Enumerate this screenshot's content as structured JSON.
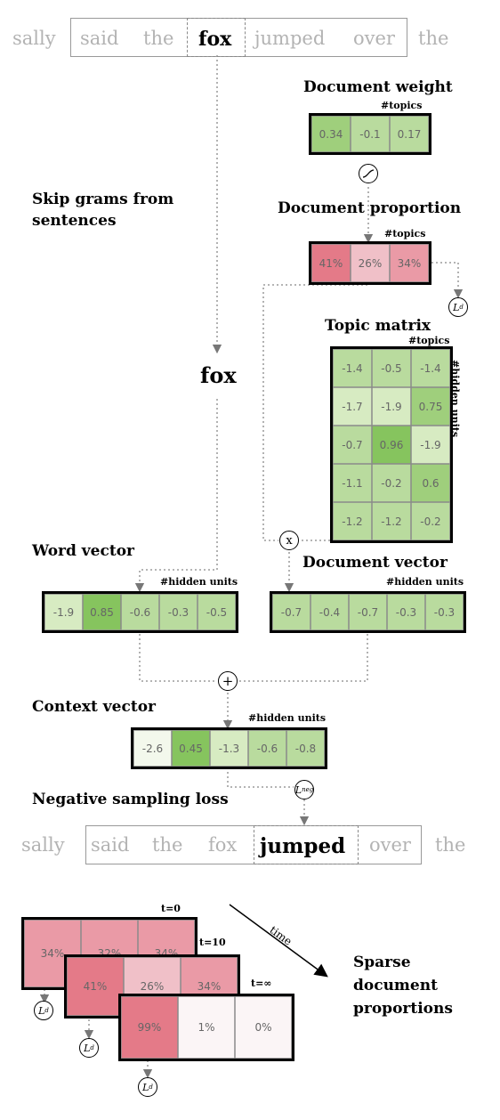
{
  "sentence_top": {
    "words": [
      "sally",
      "said",
      "the",
      "fox",
      "jumped",
      "over",
      "the"
    ],
    "focus_index": 3
  },
  "sentence_bottom": {
    "words": [
      "sally",
      "said",
      "the",
      "fox",
      "jumped",
      "over",
      "the"
    ],
    "focus_index": 4
  },
  "labels": {
    "skip_grams": "Skip grams from\nsentences",
    "doc_weight": "Document weight",
    "doc_proportion": "Document proportion",
    "topic_matrix": "Topic matrix",
    "word_vector": "Word vector",
    "doc_vector": "Document vector",
    "context_vector": "Context vector",
    "neg_sampling": "Negative sampling loss",
    "sparse": "Sparse\ndocument\nproportions",
    "time": "time",
    "center_word": "fox"
  },
  "dims": {
    "topics": "#topics",
    "hidden_units": "#hidden units"
  },
  "operators": {
    "sigmoid": "∫",
    "times": "x",
    "plus": "+",
    "loss_d": "L",
    "loss_d_sup": "d",
    "loss_neg_sup": "neg"
  },
  "colors": {
    "green_scale": [
      "#f3f8ec",
      "#d7ebc2",
      "#b9db9e",
      "#9fcf7c",
      "#86c45e"
    ],
    "red_scale": [
      "#fbf5f6",
      "#f6e1e4",
      "#f0c0c8",
      "#ea9aa6",
      "#e47a88"
    ]
  },
  "doc_weight": {
    "values": [
      "0.34",
      "-0.1",
      "0.17"
    ],
    "levels": [
      0.65,
      0.5,
      0.55
    ]
  },
  "doc_proportion": {
    "values": [
      "41%",
      "26%",
      "34%"
    ],
    "levels": [
      0.9,
      0.45,
      0.7
    ]
  },
  "topic_matrix": {
    "rows": [
      [
        "-1.4",
        "-0.5",
        "-1.4"
      ],
      [
        "-1.7",
        "-1.9",
        "0.75"
      ],
      [
        "-0.7",
        "0.96",
        "-1.9"
      ],
      [
        "-1.1",
        "-0.2",
        "0.6"
      ],
      [
        "-1.2",
        "-1.2",
        "-0.2"
      ]
    ],
    "levels": [
      [
        0.38,
        0.45,
        0.38
      ],
      [
        0.33,
        0.3,
        0.85
      ],
      [
        0.45,
        0.9,
        0.3
      ],
      [
        0.42,
        0.5,
        0.82
      ],
      [
        0.4,
        0.4,
        0.5
      ]
    ]
  },
  "word_vector": {
    "values": [
      "-1.9",
      "0.85",
      "-0.6",
      "-0.3",
      "-0.5"
    ],
    "levels": [
      0.3,
      0.9,
      0.55,
      0.6,
      0.58
    ]
  },
  "doc_vector": {
    "values": [
      "-0.7",
      "-0.4",
      "-0.7",
      "-0.3",
      "-0.3"
    ],
    "levels": [
      0.45,
      0.55,
      0.45,
      0.6,
      0.6
    ]
  },
  "context_vector": {
    "values": [
      "-2.6",
      "0.45",
      "-1.3",
      "-0.6",
      "-0.8"
    ],
    "levels": [
      0.05,
      0.9,
      0.35,
      0.5,
      0.45
    ]
  },
  "time_steps": [
    {
      "label": "t=0",
      "values": [
        "34%",
        "32%",
        "34%"
      ],
      "levels": [
        0.7,
        0.68,
        0.7
      ]
    },
    {
      "label": "t=10",
      "values": [
        "41%",
        "26%",
        "34%"
      ],
      "levels": [
        0.9,
        0.4,
        0.65
      ]
    },
    {
      "label": "t=∞",
      "values": [
        "99%",
        "1%",
        "0%"
      ],
      "levels": [
        0.92,
        0.05,
        0.0
      ]
    }
  ]
}
